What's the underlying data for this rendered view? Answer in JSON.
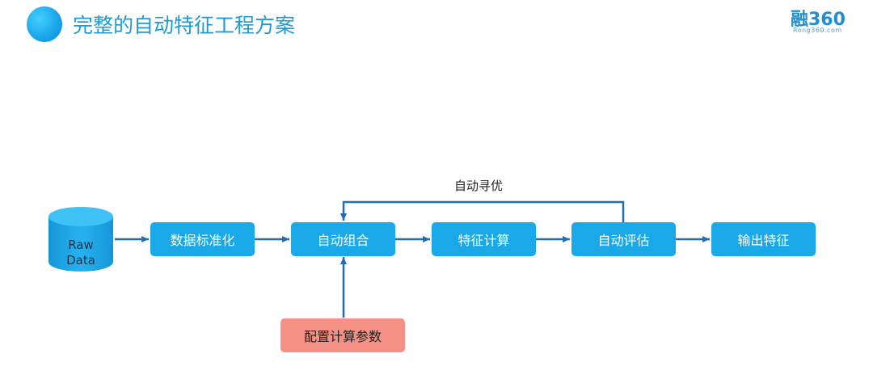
{
  "header": {
    "title": "完整的自动特征工程方案",
    "logo_main": "融360",
    "logo_sub": "Rong360.com"
  },
  "diagram": {
    "source": {
      "line1": "Raw",
      "line2": "Data"
    },
    "nodes": {
      "standardize": "数据标准化",
      "auto_combine": "自动组合",
      "feature_calc": "特征计算",
      "auto_eval": "自动评估",
      "output": "输出特征",
      "config_params": "配置计算参数"
    },
    "feedback_label": "自动寻优"
  }
}
